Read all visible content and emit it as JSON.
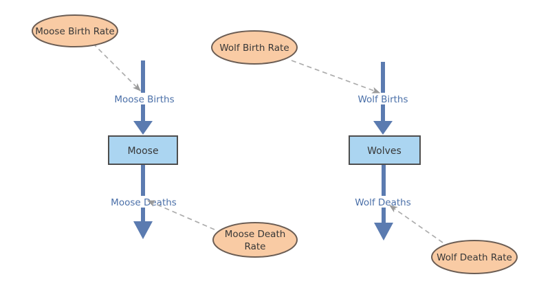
{
  "colors": {
    "background": "#ffffff",
    "stock_fill": "#ABD5F1",
    "stock_border": "#4D4D4D",
    "variable_fill": "#F9CBA4",
    "variable_border": "#6B5D54",
    "flow": "#5B7BB0",
    "flow_label": "#4A6FA8",
    "connector": "#ACACAC",
    "connector_head": "#9A9A9A",
    "node_text": "#373737"
  },
  "stocks": [
    {
      "id": "moose",
      "label": "Moose"
    },
    {
      "id": "wolves",
      "label": "Wolves"
    }
  ],
  "flows": [
    {
      "id": "moose-births",
      "label": "Moose Births"
    },
    {
      "id": "moose-deaths",
      "label": "Moose Deaths"
    },
    {
      "id": "wolf-births",
      "label": "Wolf Births"
    },
    {
      "id": "wolf-deaths",
      "label": "Wolf Deaths"
    }
  ],
  "variables": [
    {
      "id": "moose-birth-rate",
      "label": "Moose Birth Rate"
    },
    {
      "id": "moose-death-rate",
      "label": "Moose Death Rate",
      "line1": "Moose Death",
      "line2": "Rate"
    },
    {
      "id": "wolf-birth-rate",
      "label": "Wolf Birth Rate"
    },
    {
      "id": "wolf-death-rate",
      "label": "Wolf Death Rate"
    }
  ]
}
